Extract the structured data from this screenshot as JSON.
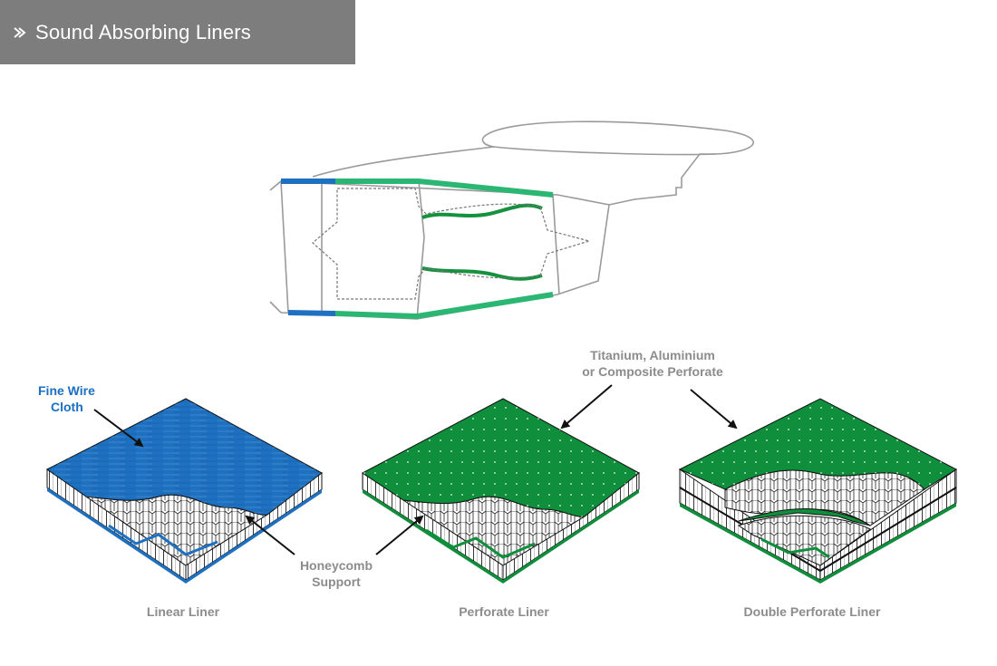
{
  "header": {
    "title": "Sound Absorbing Liners",
    "icon": "double-chevron-right-icon"
  },
  "labels": {
    "fine_wire_line1": "Fine Wire",
    "fine_wire_line2": "Cloth",
    "perforate_line1": "Titanium, Aluminium",
    "perforate_line2": "or Composite Perforate",
    "honeycomb_line1": "Honeycomb",
    "honeycomb_line2": "Support"
  },
  "panels": [
    {
      "caption": "Linear Liner",
      "top_color": "#1e70c1"
    },
    {
      "caption": "Perforate Liner",
      "top_color": "#0f8f3c"
    },
    {
      "caption": "Double Perforate Liner",
      "top_color": "#0f8f3c"
    }
  ],
  "colors": {
    "header_bg": "#7d7d7d",
    "engine_outline": "#9a9a9a",
    "liner_green": "#2bb673",
    "duct_green": "#16913f",
    "wire_blue": "#1e70c1"
  }
}
